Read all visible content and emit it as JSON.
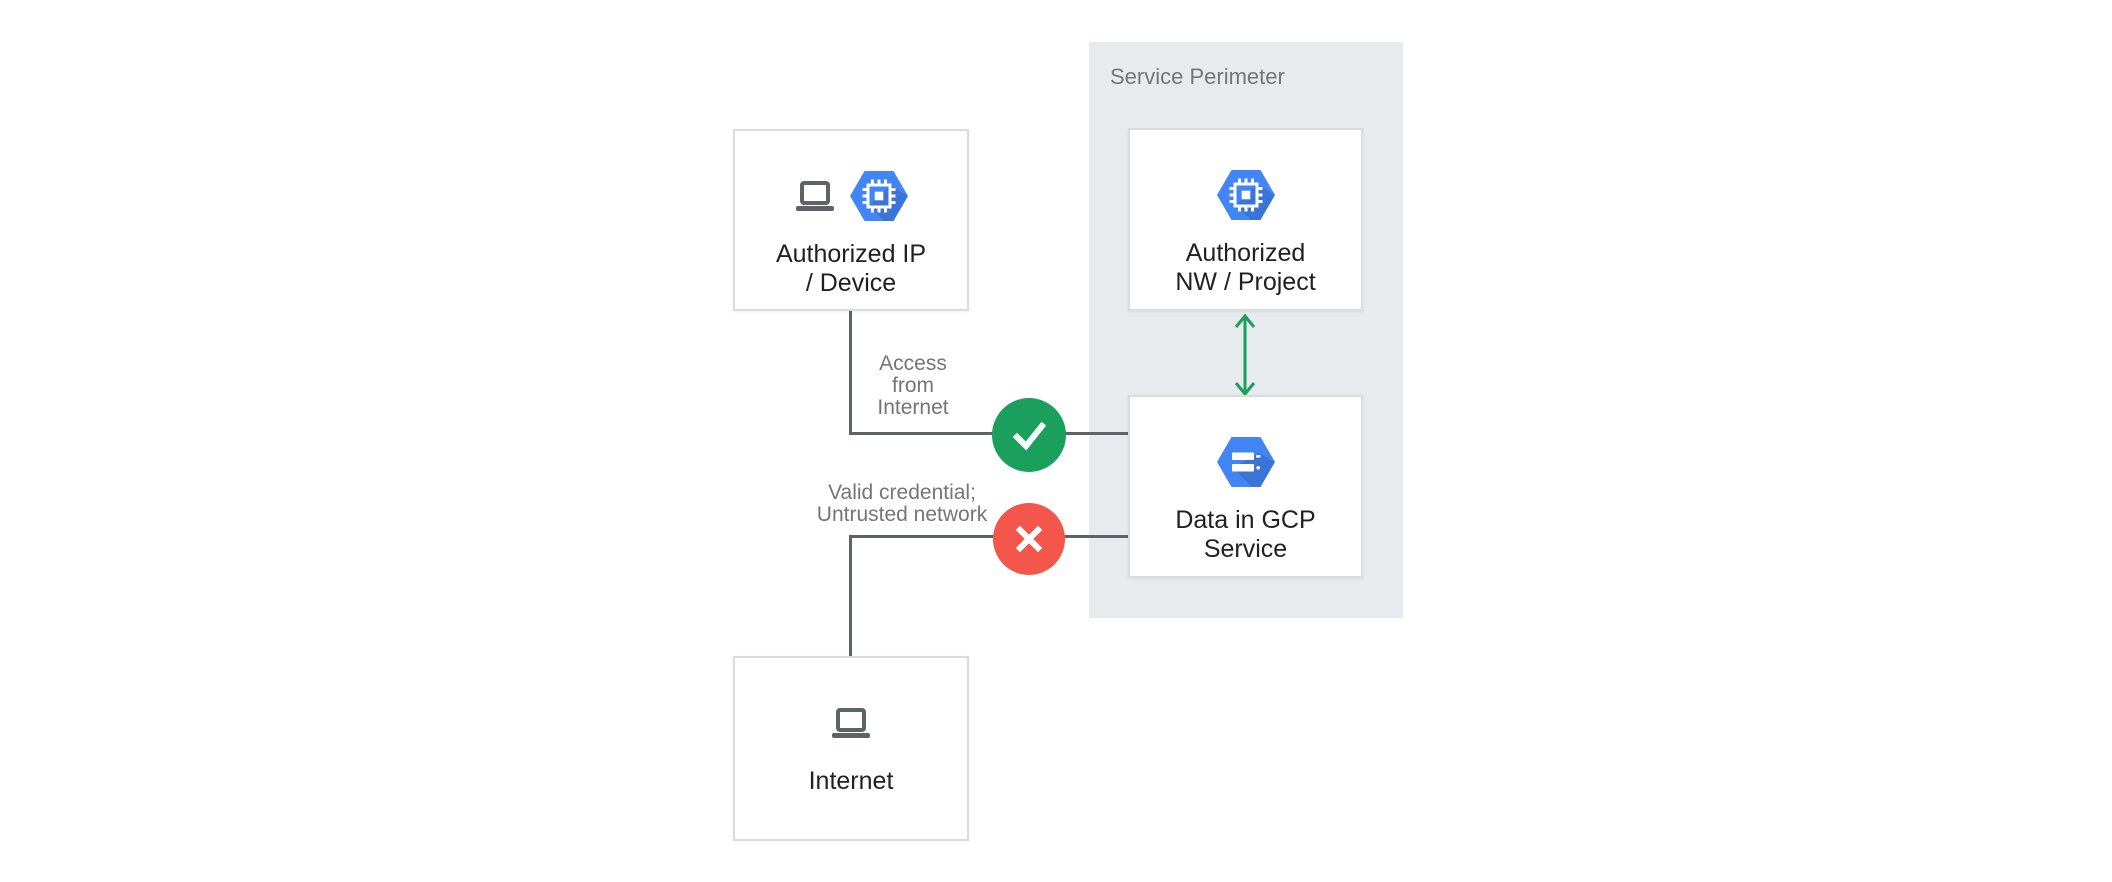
{
  "perimeter": {
    "label": "Service Perimeter"
  },
  "nodes": {
    "authorized_ip_device": {
      "lines": [
        "Authorized IP",
        "/ Device"
      ],
      "icons": [
        "laptop-icon",
        "compute-engine-hexagon-icon"
      ]
    },
    "authorized_nw_project": {
      "lines": [
        "Authorized",
        "NW / Project"
      ],
      "icons": [
        "compute-engine-hexagon-icon"
      ]
    },
    "data_in_gcp_service": {
      "lines": [
        "Data in GCP",
        "Service"
      ],
      "icons": [
        "cloud-storage-hexagon-icon"
      ]
    },
    "internet": {
      "lines": [
        "Internet"
      ],
      "icons": [
        "laptop-icon"
      ]
    }
  },
  "edges": {
    "allowed": {
      "lines": [
        "Access",
        "from",
        "Internet"
      ],
      "badge_icon": "check-icon"
    },
    "denied": {
      "lines": [
        "Valid credential;",
        "Untrusted network"
      ],
      "badge_icon": "x-icon"
    },
    "perimeter_link": {
      "icon": "double-headed-arrow-icon"
    }
  },
  "colors": {
    "background": "#ffffff",
    "perimeter_bg": "#e8ebee",
    "node_border": "#d9dbde",
    "connector": "#5f6368",
    "allowed_green": "#1aa05c",
    "denied_red": "#f4564b",
    "gcp_blue": "#4285f4",
    "muted_text": "#757575",
    "dark_text": "#212121"
  }
}
